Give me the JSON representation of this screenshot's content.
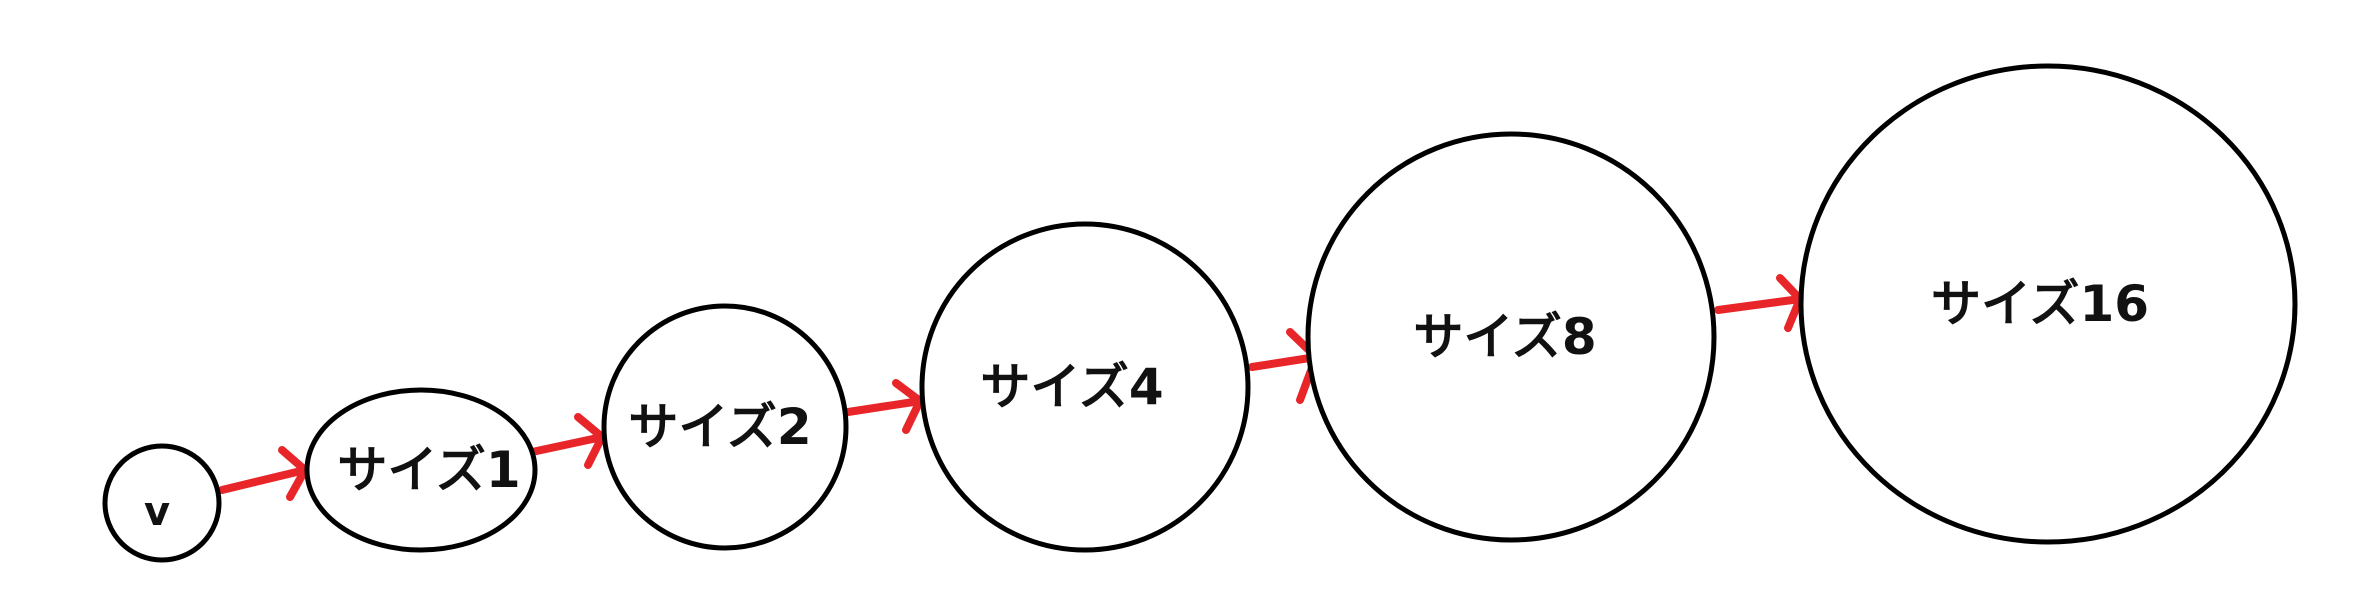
{
  "diagram": {
    "nodes": [
      {
        "id": "v",
        "label": "v"
      },
      {
        "id": "size1",
        "label": "サイズ1"
      },
      {
        "id": "size2",
        "label": "サイズ2"
      },
      {
        "id": "size4",
        "label": "サイズ4"
      },
      {
        "id": "size8",
        "label": "サイズ8"
      },
      {
        "id": "size16",
        "label": "サイズ16"
      }
    ],
    "edges": [
      {
        "from": "v",
        "to": "size1"
      },
      {
        "from": "size1",
        "to": "size2"
      },
      {
        "from": "size2",
        "to": "size4"
      },
      {
        "from": "size4",
        "to": "size8"
      },
      {
        "from": "size8",
        "to": "size16"
      }
    ],
    "colors": {
      "node_stroke": "#000000",
      "arrow": "#e8262a",
      "background": "#ffffff"
    }
  }
}
